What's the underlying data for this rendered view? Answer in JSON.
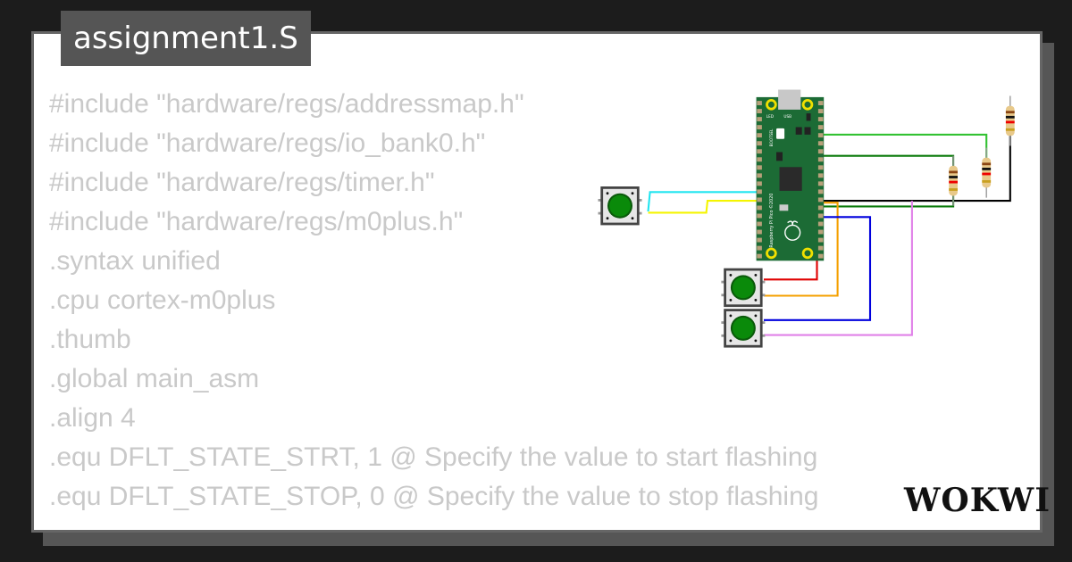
{
  "file_tab": {
    "title": "assignment1.S"
  },
  "code_lines": [
    "#include \"hardware/regs/addressmap.h\"",
    "#include \"hardware/regs/io_bank0.h\"",
    "#include \"hardware/regs/timer.h\"",
    "#include \"hardware/regs/m0plus.h\"",
    ".syntax unified",
    ".cpu cortex-m0plus",
    ".thumb",
    ".global main_asm",
    ".align 4",
    ".equ DFLT_STATE_STRT, 1 @ Specify the value to start flashing",
    ".equ DFLT_STATE_STOP, 0 @ Specify the value to stop flashing"
  ],
  "board": {
    "name": "Raspberry Pi Pico ©2020",
    "labels": {
      "led": "LED",
      "usb": "USB",
      "bootsel": "BOOTSEL"
    },
    "color": "#1c6b35"
  },
  "wire_colors": {
    "cyan": "#22e5f0",
    "yellow": "#f5f500",
    "red": "#e00000",
    "orange": "#f5a000",
    "blue": "#0000dd",
    "violet": "#e080e8",
    "green": "#33c233",
    "darkgreen": "#0a7a0a",
    "black": "#000000"
  },
  "brand": {
    "logo": "WOKWI"
  }
}
